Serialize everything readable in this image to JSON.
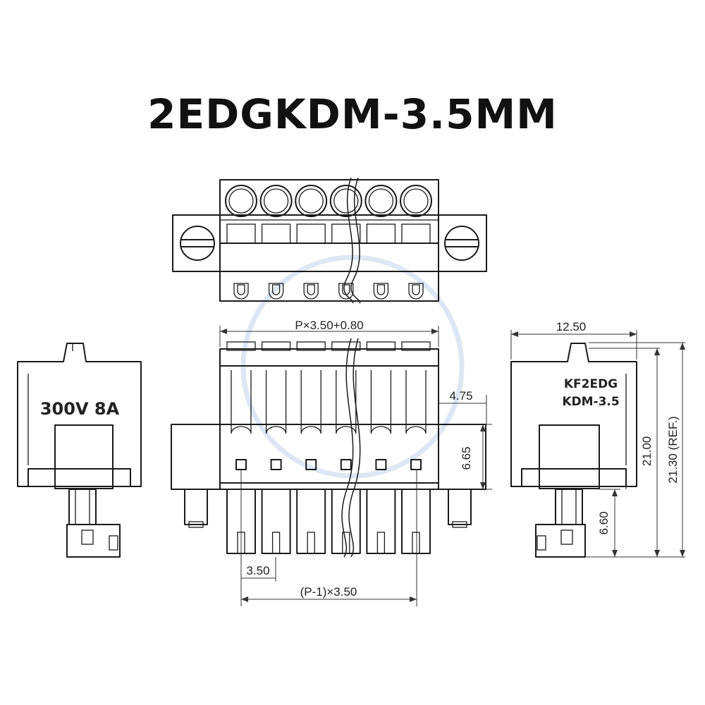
{
  "title": "2EDGKDM-3.5MM",
  "markings": {
    "rating": "300V 8A",
    "model_line1": "KF2EDG",
    "model_line2": "KDM-3.5"
  },
  "dimensions": {
    "overall_width": "P×3.50+0.80",
    "flange": "4.75",
    "height_665": "6.65",
    "pitch": "3.50",
    "pin_span": "(P-1)×3.50",
    "depth": "12.50",
    "height_2100": "21.00",
    "height_2130": "21.30 (REF.)",
    "height_660": "6.60"
  },
  "colors": {
    "line": "#1a1a1a",
    "watermark": "#dde6f4"
  }
}
